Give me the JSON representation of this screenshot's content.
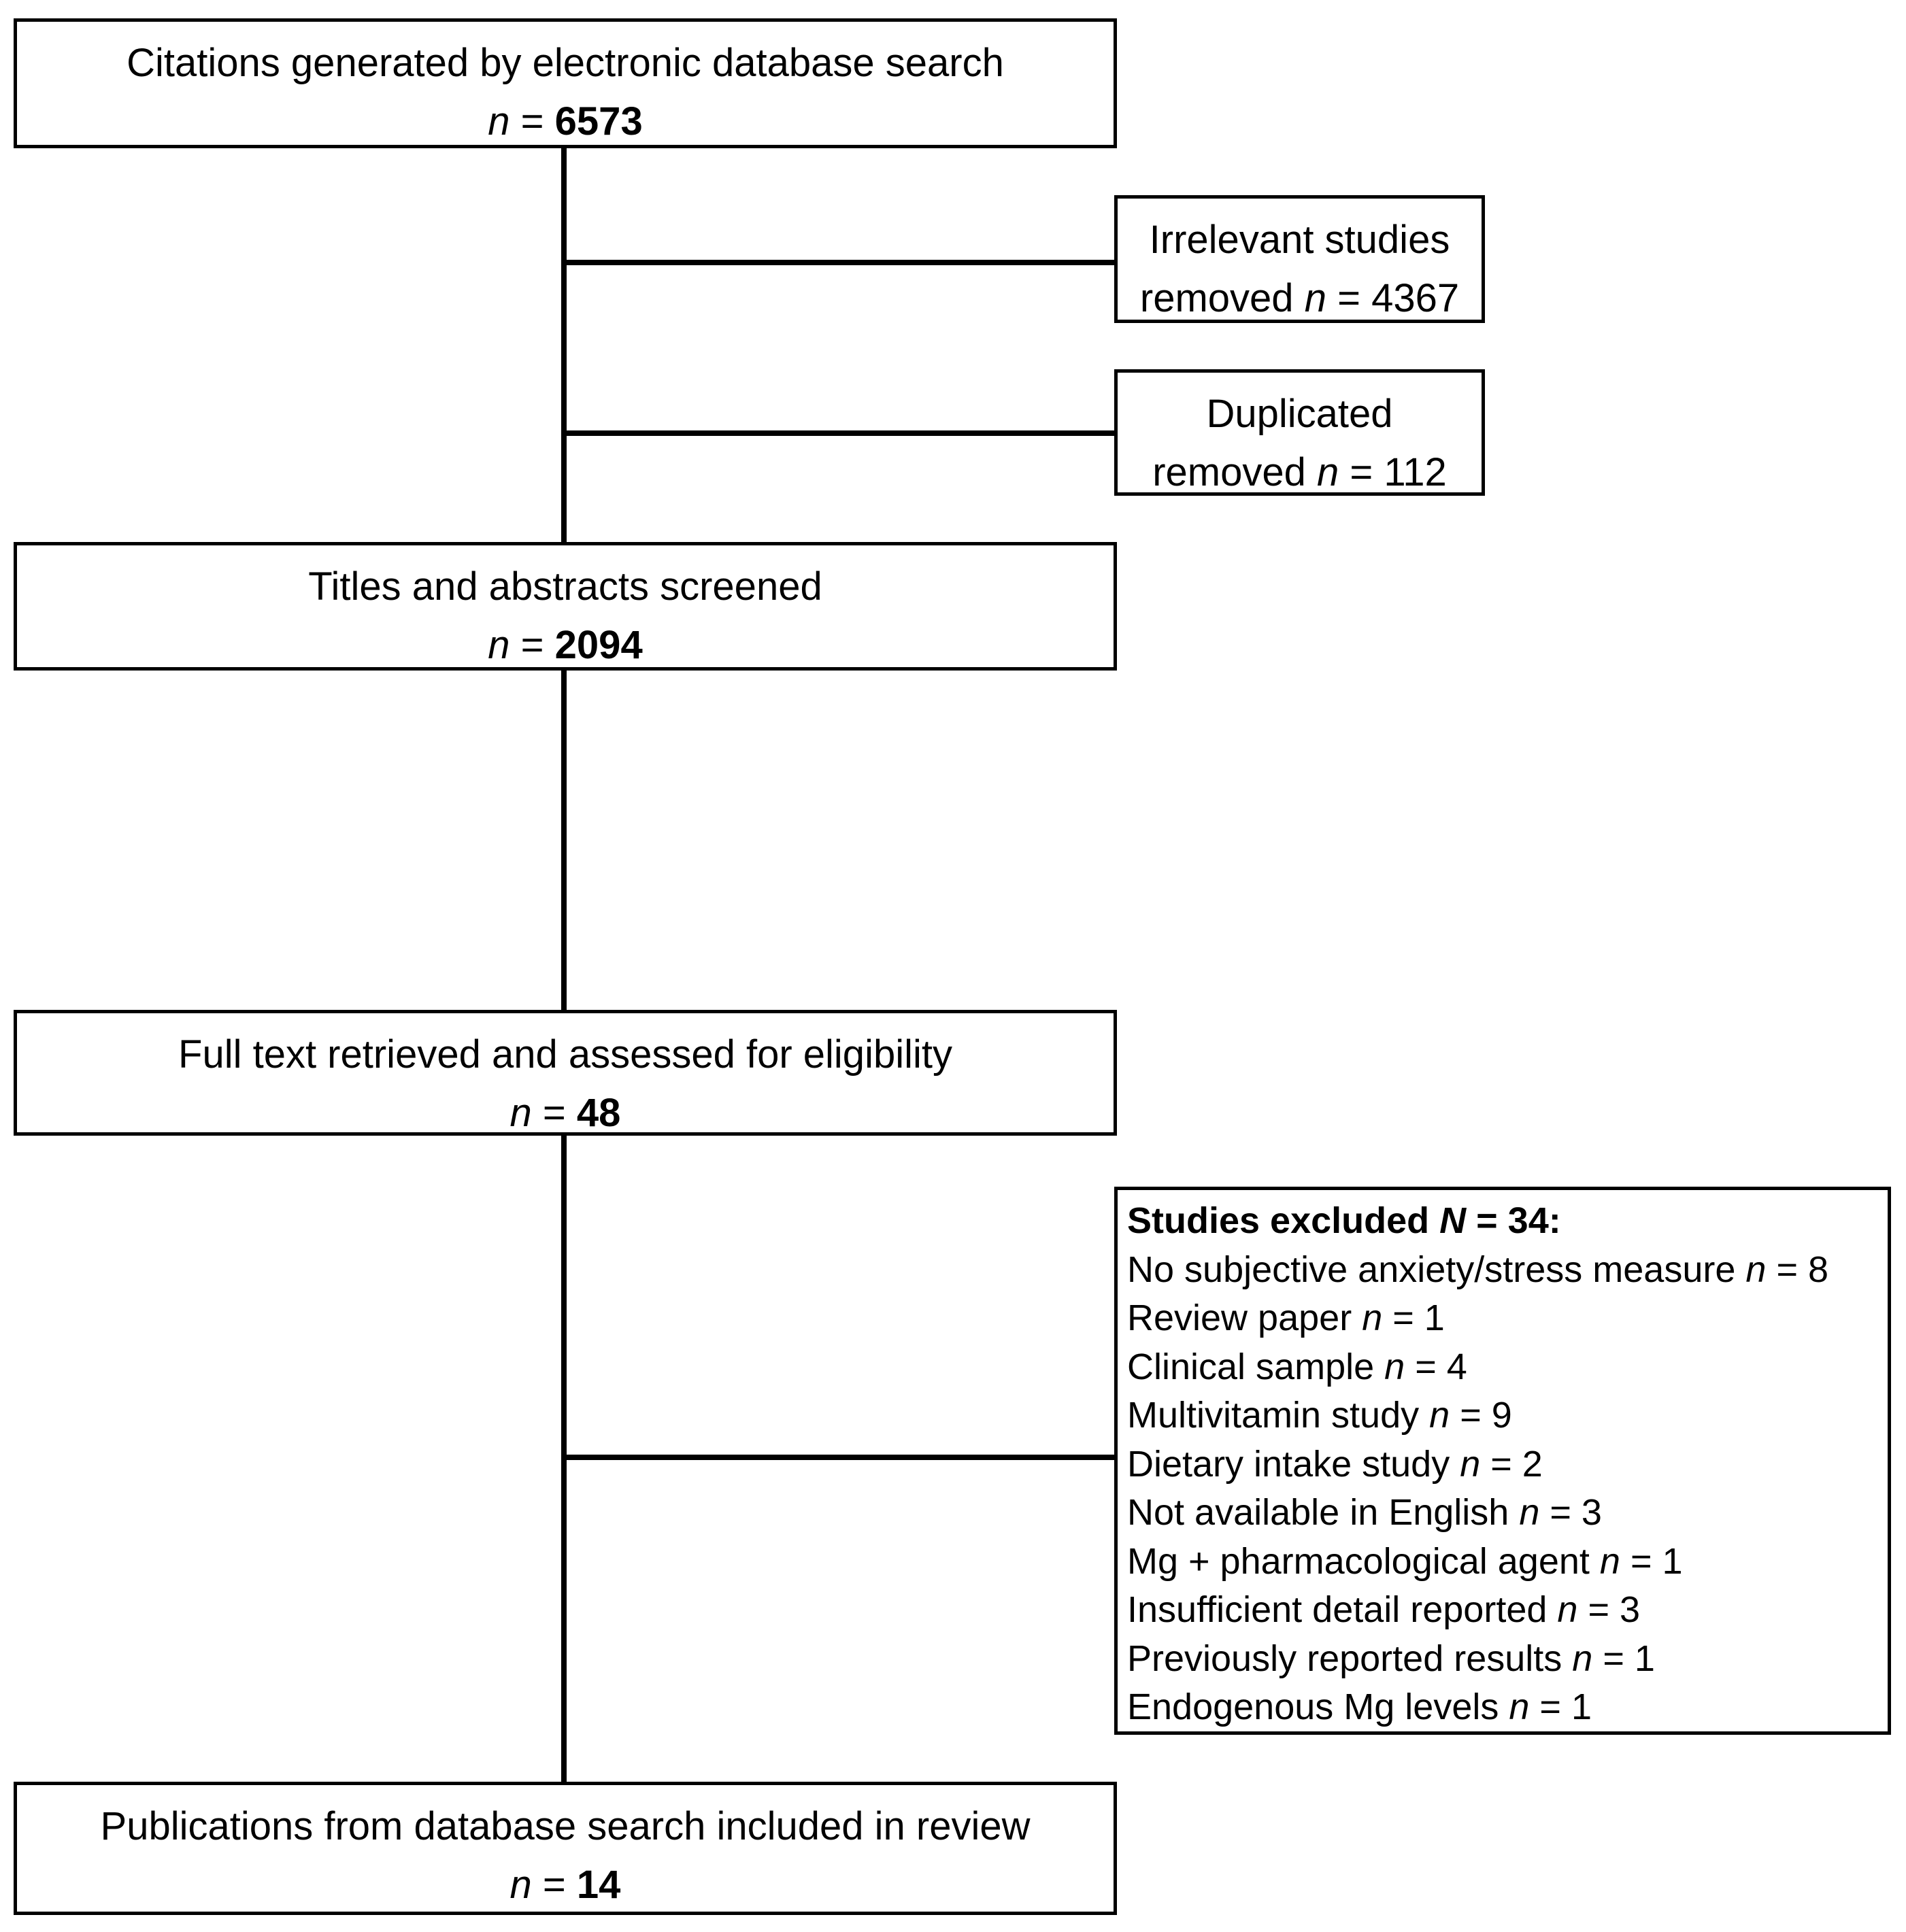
{
  "boxes": {
    "citations": {
      "label": "Citations generated by electronic database search",
      "n_prefix": "n",
      "eq": " = ",
      "n_value": "6573"
    },
    "irrelevant": {
      "line1": "Irrelevant studies",
      "line2": "removed",
      "n_prefix": "n",
      "eq": " = ",
      "n_value": "4367"
    },
    "duplicated": {
      "line1": "Duplicated",
      "line2": "removed",
      "n_prefix": "n",
      "eq": " = ",
      "n_value": "112"
    },
    "screened": {
      "label": "Titles and abstracts screened",
      "n_prefix": "n",
      "eq": " = ",
      "n_value": "2094"
    },
    "fulltext": {
      "label": "Full text retrieved and assessed for eligibility",
      "n_prefix": "n",
      "eq": " = ",
      "n_value": "48"
    },
    "included": {
      "label": "Publications from database search included in review",
      "n_prefix": "n",
      "eq": " = ",
      "n_value": "14"
    }
  },
  "excluded": {
    "title_text": "Studies excluded ",
    "title_N": "N",
    "title_rest": " = 34:",
    "items": [
      {
        "label": "No subjective anxiety/stress measure ",
        "n": "n",
        "eq": " = 8"
      },
      {
        "label": "Review paper ",
        "n": "n",
        "eq": " = 1"
      },
      {
        "label": "Clinical sample ",
        "n": "n",
        "eq": " = 4"
      },
      {
        "label": "Multivitamin study ",
        "n": "n",
        "eq": " = 9"
      },
      {
        "label": "Dietary intake study ",
        "n": "n",
        "eq": " = 2"
      },
      {
        "label": "Not available in English ",
        "n": "n",
        "eq": " = 3"
      },
      {
        "label": "Mg + pharmacological agent ",
        "n": "n",
        "eq": " = 1"
      },
      {
        "label": "Insufficient detail reported ",
        "n": "n",
        "eq": " = 3"
      },
      {
        "label": "Previously reported results ",
        "n": "n",
        "eq": " = 1"
      },
      {
        "label": "Endogenous Mg levels ",
        "n": "n",
        "eq": " = 1"
      }
    ]
  }
}
